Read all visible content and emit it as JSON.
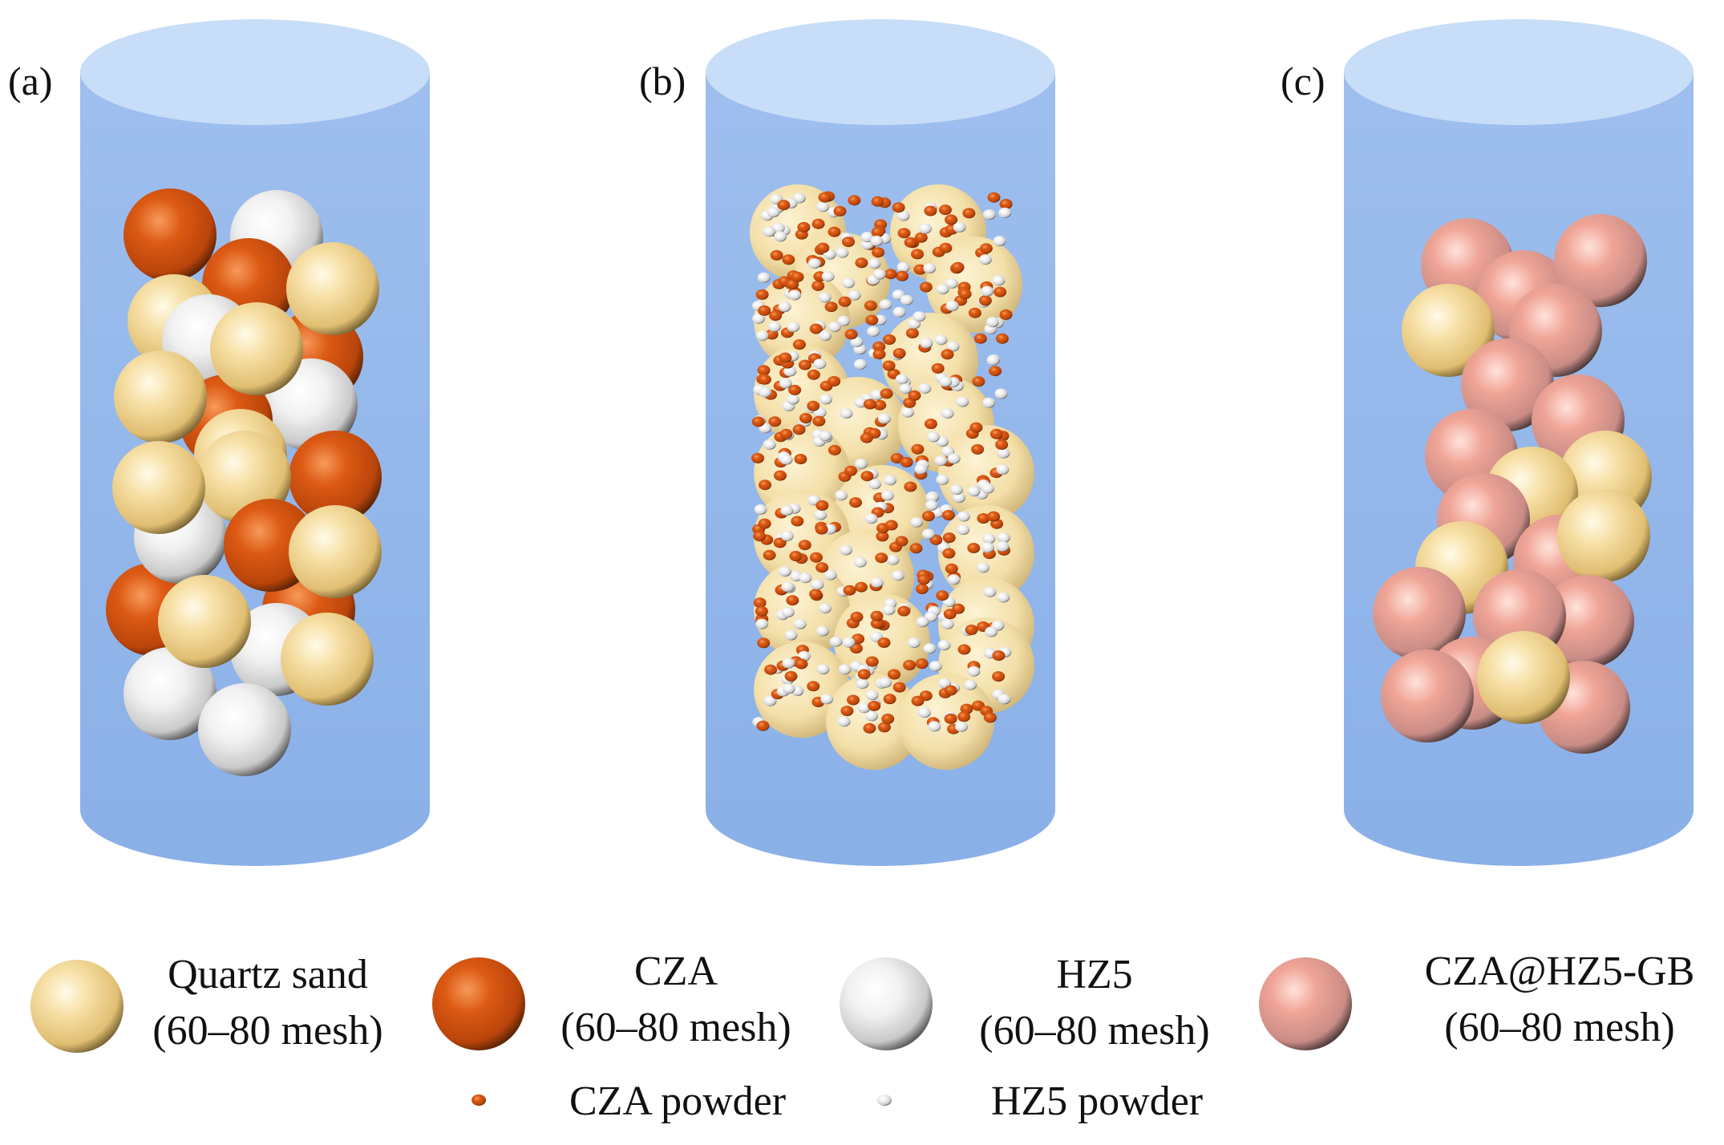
{
  "panels": [
    {
      "label": "(a)"
    },
    {
      "label": "(b)"
    },
    {
      "label": "(c)"
    }
  ],
  "legend": {
    "quartz": {
      "line1": "Quartz sand",
      "line2": "(60–80 mesh)"
    },
    "cza": {
      "line1": "CZA",
      "line2": "(60–80 mesh)"
    },
    "hz5": {
      "line1": "HZ5",
      "line2": "(60–80 mesh)"
    },
    "czahz5": {
      "line1": "CZA@HZ5-GB",
      "line2": "(60–80 mesh)"
    },
    "cza_powder": "CZA powder",
    "hz5_powder": "HZ5 powder"
  },
  "colors": {
    "quartz": "#f2d48c",
    "cza": "#d24e0c",
    "hz5": "#e6e6e6",
    "czahz5": "#e8948a",
    "cylinder": "#93b6ea",
    "cylinder_top": "#c4dbf8"
  }
}
